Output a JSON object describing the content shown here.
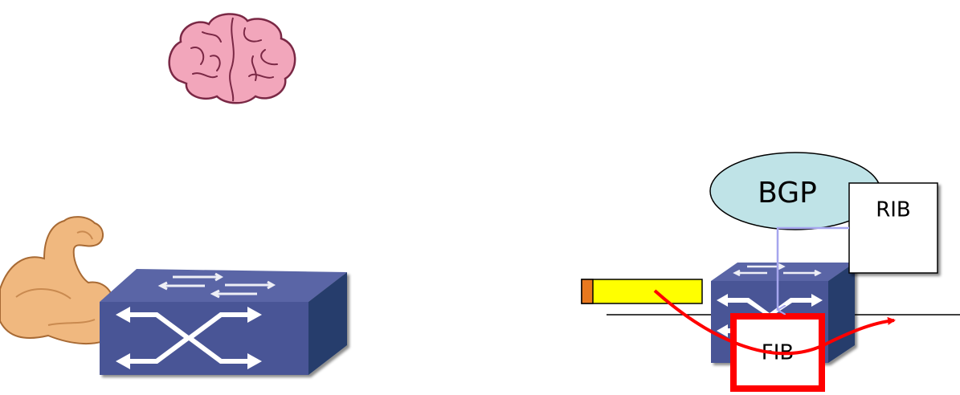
{
  "labels": {
    "bgp": "BGP",
    "rib": "RIB",
    "fib": "FIB"
  },
  "colors": {
    "switch_top": "#5a65a6",
    "switch_front": "#4a5596",
    "switch_side": "#283e6c",
    "bgp_fill": "#bfe3e7",
    "rib_fill": "#ffffff",
    "fib_border": "#ff0000",
    "packet_body": "#ffff00",
    "packet_header": "#e8781e",
    "rib_to_fib_link": "#a6a6ee",
    "forwarding_path": "#ff0000",
    "brain": "#f2a6bb",
    "arm": "#f0b87f"
  },
  "icons": {
    "brain": "brain-icon",
    "arm": "flexed-arm-icon",
    "switch_left": "network-switch-icon",
    "switch_right": "network-switch-icon"
  }
}
